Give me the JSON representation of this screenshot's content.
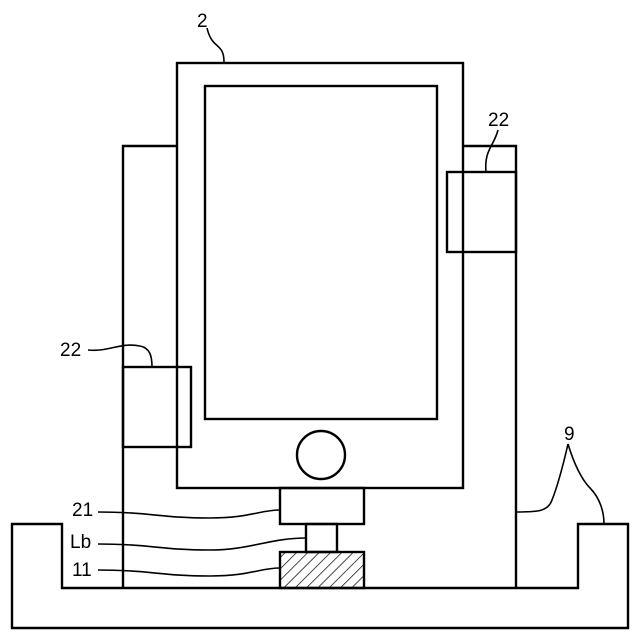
{
  "labels": {
    "device": "2",
    "holder_top_right": "22",
    "holder_left": "22",
    "connector": "21",
    "gap": "Lb",
    "terminal": "11",
    "stand": "9"
  }
}
